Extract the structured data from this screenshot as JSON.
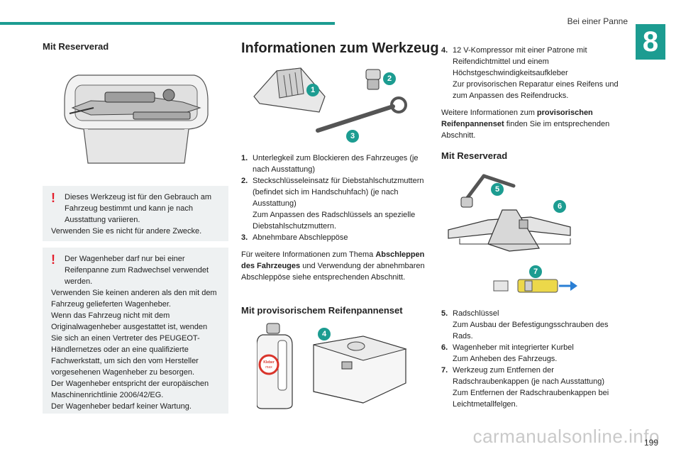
{
  "header": {
    "section_title": "Bei einer Panne",
    "chapter_number": "8"
  },
  "left": {
    "heading": "Mit Reserverad",
    "warning1": {
      "first_line": "Dieses Werkzeug ist für den Gebrauch am",
      "rest": "Fahrzeug bestimmt und kann je nach Ausstattung variieren.",
      "line2": "Verwenden Sie es nicht für andere Zwecke."
    },
    "warning2": {
      "first_line": "Der Wagenheber darf nur bei einer",
      "rest": "Reifenpanne zum Radwechsel verwendet werden.",
      "line2": "Verwenden Sie keinen anderen als den mit dem Fahrzeug gelieferten Wagenheber.",
      "line3": "Wenn das Fahrzeug nicht mit dem Originalwagenheber ausgestattet ist, wenden Sie sich an einen Vertreter des PEUGEOT-Händlernetzes oder an eine qualifizierte Fachwerkstatt, um sich den vom Hersteller vorgesehenen Wagenheber zu besorgen.",
      "line4": "Der Wagenheber entspricht der europäischen Maschinenrichtlinie 2006/42/EG.",
      "line5": "Der Wagenheber bedarf keiner Wartung."
    }
  },
  "middle": {
    "heading": "Informationen zum Werkzeug",
    "badges": [
      "1",
      "2",
      "3",
      "4"
    ],
    "items": [
      {
        "num": "1.",
        "text": "Unterlegkeil zum Blockieren des Fahrzeuges (je nach Ausstattung)"
      },
      {
        "num": "2.",
        "text": "Steckschlüsseleinsatz für Diebstahlschutzmuttern (befindet sich im Handschuhfach) (je nach Ausstattung)",
        "sub": "Zum Anpassen des Radschlüssels an spezielle Diebstahlschutzmuttern."
      },
      {
        "num": "3.",
        "text": "Abnehmbare Abschleppöse"
      }
    ],
    "para_before": "Für weitere Informationen zum Thema",
    "para_bold": "Abschleppen des Fahrzeuges",
    "para_after": "und Verwendung der abnehmbaren Abschleppöse siehe entsprechenden Abschnitt.",
    "subheading": "Mit provisorischem Reifenpannenset",
    "bottle_label": [
      "Kleber",
      "max"
    ]
  },
  "right": {
    "item4": {
      "num": "4.",
      "text": "12 V-Kompressor mit einer Patrone mit Reifendichtmittel und einem Höchstgeschwindigkeitsaufkleber",
      "sub": "Zur provisorischen Reparatur eines Reifens und zum Anpassen des Reifendrucks."
    },
    "para_before": "Weitere Informationen zum",
    "para_bold": "provisorischen Reifenpannenset",
    "para_after": "finden Sie im entsprechenden Abschnitt.",
    "heading": "Mit Reserverad",
    "badges": [
      "5",
      "6",
      "7"
    ],
    "items": [
      {
        "num": "5.",
        "text": "Radschlüssel",
        "sub": "Zum Ausbau der Befestigungsschrauben des Rads."
      },
      {
        "num": "6.",
        "text": "Wagenheber mit integrierter Kurbel",
        "sub": "Zum Anheben des Fahrzeugs."
      },
      {
        "num": "7.",
        "text": "Werkzeug zum Entfernen der Radschraubenkappen (je nach Ausstattung)",
        "sub": "Zum Entfernen der Radschraubenkappen bei Leichtmetallfelgen."
      }
    ]
  },
  "footer": {
    "page_number": "199",
    "watermark": "carmanualsonline.info"
  },
  "colors": {
    "accent": "#1c9c91",
    "warning": "#e4202e",
    "box_bg": "#eef1f2"
  }
}
